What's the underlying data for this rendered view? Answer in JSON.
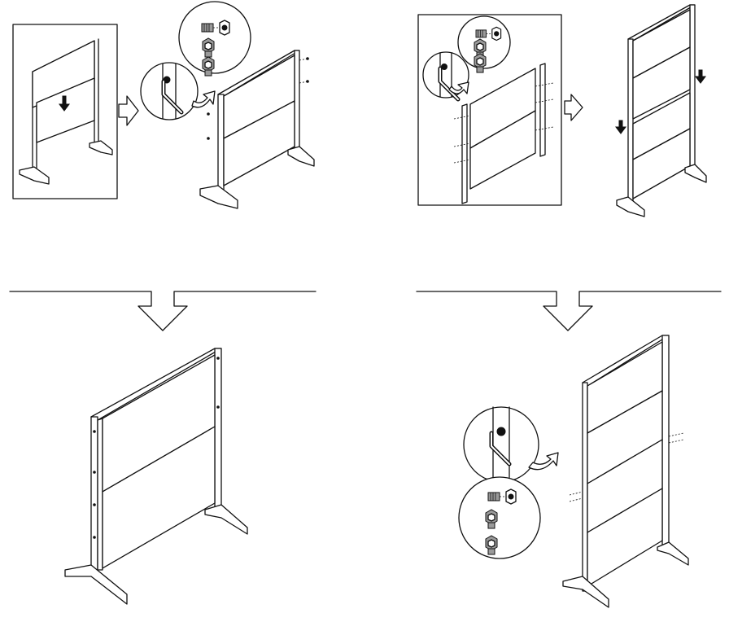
{
  "figure": {
    "kind": "assembly-instructions",
    "colors": {
      "line": "#111111",
      "background": "#ffffff",
      "hardware_fill": "#9a9a9a"
    },
    "steps": [
      {
        "id": "step-1",
        "panel_rows": 2,
        "detail": [
          "allen-key-icon",
          "bolt-icon",
          "nut-icon"
        ]
      },
      {
        "id": "step-2",
        "panel_rows": 2,
        "detail": [
          "allen-key-icon",
          "bolt-icon",
          "nut-icon"
        ]
      },
      {
        "id": "step-3",
        "panel_rows": 2
      },
      {
        "id": "step-4",
        "panel_rows": 4,
        "detail": [
          "allen-key-icon",
          "bolt-icon",
          "nut-icon"
        ]
      }
    ]
  }
}
